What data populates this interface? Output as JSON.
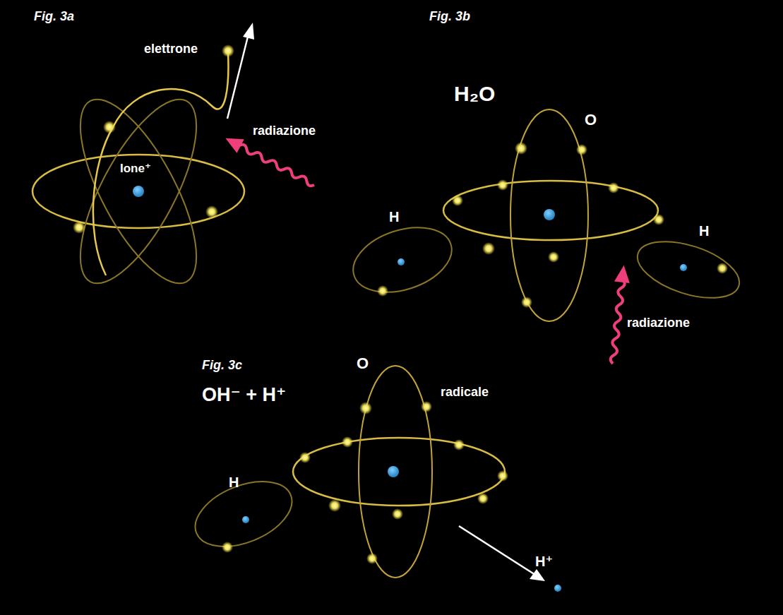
{
  "diagram": {
    "labels": [
      "Fig. 3a",
      "elettrone",
      "radiazione",
      "Ione⁺",
      "Fig. 3b",
      "H₂O",
      "O",
      "H",
      "H",
      "radiazione",
      "Fig. 3c",
      "OH⁻ + H⁺",
      "O",
      "radicale",
      "H",
      "H⁺"
    ]
  }
}
